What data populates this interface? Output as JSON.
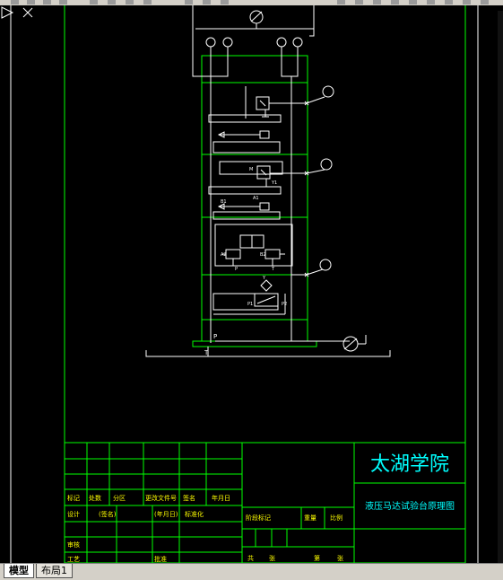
{
  "app": {
    "tabs": [
      {
        "label": "模型",
        "active": true
      },
      {
        "label": "布局1",
        "active": false
      }
    ]
  },
  "colors": {
    "background": "#000000",
    "frame": "#00ff00",
    "circuit": "#ffffff",
    "title_text": "#00ffff",
    "table_text": "#ffff00"
  },
  "diagram": {
    "port_p": "P",
    "port_t": "T",
    "component_labels": [
      "M",
      "Y1",
      "A1",
      "B1",
      "A2",
      "B2",
      "P",
      "T",
      "Y",
      "P1",
      "P2"
    ]
  },
  "title_block": {
    "school": "太湖学院",
    "drawing_title": "液压马达试验台原理图",
    "headers_row1": [
      "标记",
      "处数",
      "分区",
      "更改文件号",
      "签名",
      "年月日"
    ],
    "headers_row2": [
      "设计",
      "(签名)",
      "(年月日)",
      "标准化"
    ],
    "stage_marks": "阶段标记",
    "weight": "重量",
    "scale": "比例",
    "review": "审核",
    "process": "工艺",
    "approve": "批准",
    "sheets_total": "共",
    "sheet": "张",
    "sheet_no": "第",
    "sheet_no2": "张"
  }
}
